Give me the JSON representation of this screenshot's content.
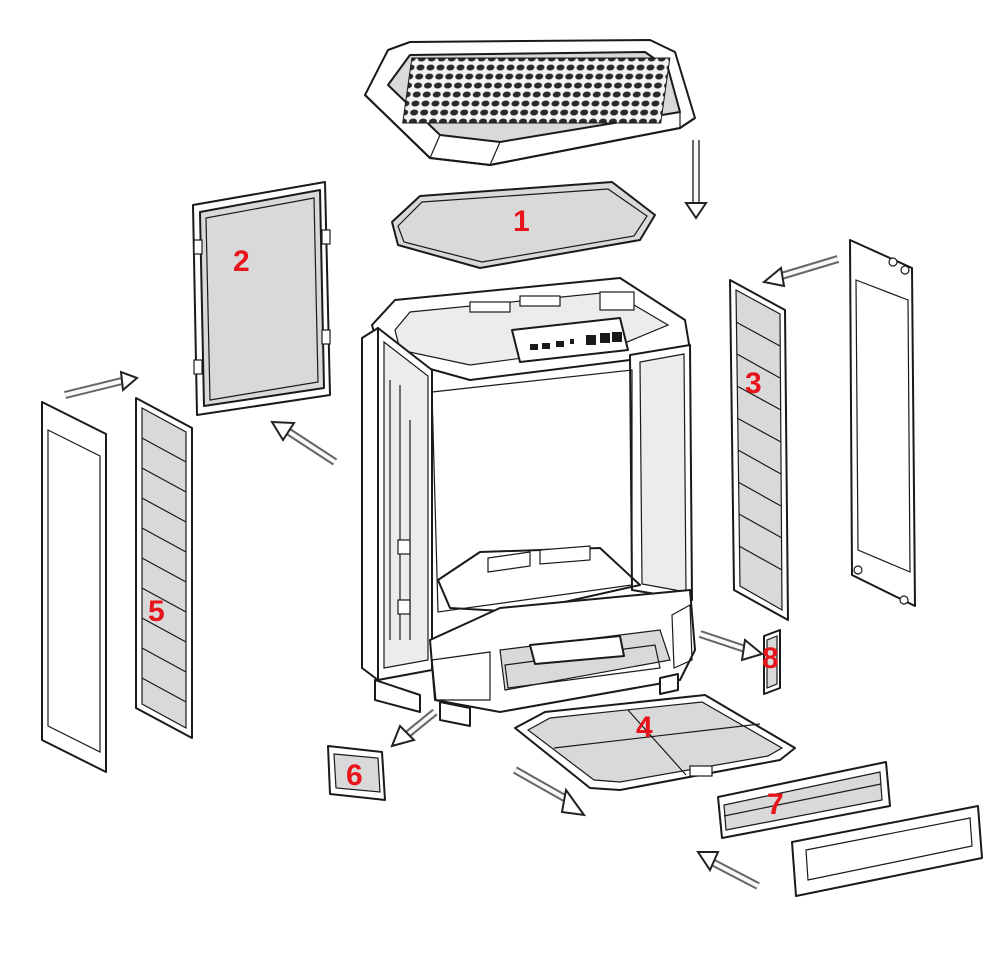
{
  "diagram": {
    "callouts": [
      {
        "id": "1",
        "text": "1",
        "color": "#e8141c"
      },
      {
        "id": "2",
        "text": "2",
        "color": "#e8141c"
      },
      {
        "id": "3",
        "text": "3",
        "color": "#e8141c"
      },
      {
        "id": "4",
        "text": "4",
        "color": "#e8141c"
      },
      {
        "id": "5",
        "text": "5",
        "color": "#e8141c"
      },
      {
        "id": "6",
        "text": "6",
        "color": "#e8141c"
      },
      {
        "id": "7",
        "text": "7",
        "color": "#e8141c"
      },
      {
        "id": "8",
        "text": "8",
        "color": "#e8141c"
      }
    ]
  }
}
